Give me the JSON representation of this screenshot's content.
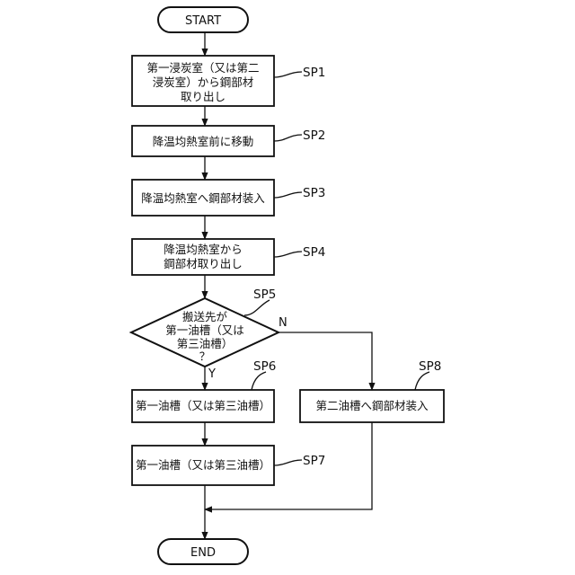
{
  "start": "START",
  "end": "END",
  "steps": {
    "sp1": {
      "tag": "SP1",
      "lines": [
        "第一浸炭室（又は第二",
        "浸炭室）から鋼部材",
        "取り出し"
      ]
    },
    "sp2": {
      "tag": "SP2",
      "lines": [
        "降温均熱室前に移動"
      ]
    },
    "sp3": {
      "tag": "SP3",
      "lines": [
        "降温均熱室へ鋼部材装入"
      ]
    },
    "sp4": {
      "tag": "SP4",
      "lines": [
        "降温均熱室から",
        "鋼部材取り出し"
      ]
    },
    "sp5": {
      "tag": "SP5",
      "lines": [
        "搬送先が",
        "第一油槽（又は",
        "第三油槽）",
        "？"
      ]
    },
    "sp6": {
      "tag": "SP6",
      "lines": [
        "第一油槽（又は第三油槽）"
      ]
    },
    "sp7": {
      "tag": "SP7",
      "lines": [
        "第一油槽（又は第三油槽）"
      ]
    },
    "sp8": {
      "tag": "SP8",
      "lines": [
        "第二油槽へ鋼部材装入"
      ]
    }
  },
  "branches": {
    "yes": "Y",
    "no": "N"
  }
}
